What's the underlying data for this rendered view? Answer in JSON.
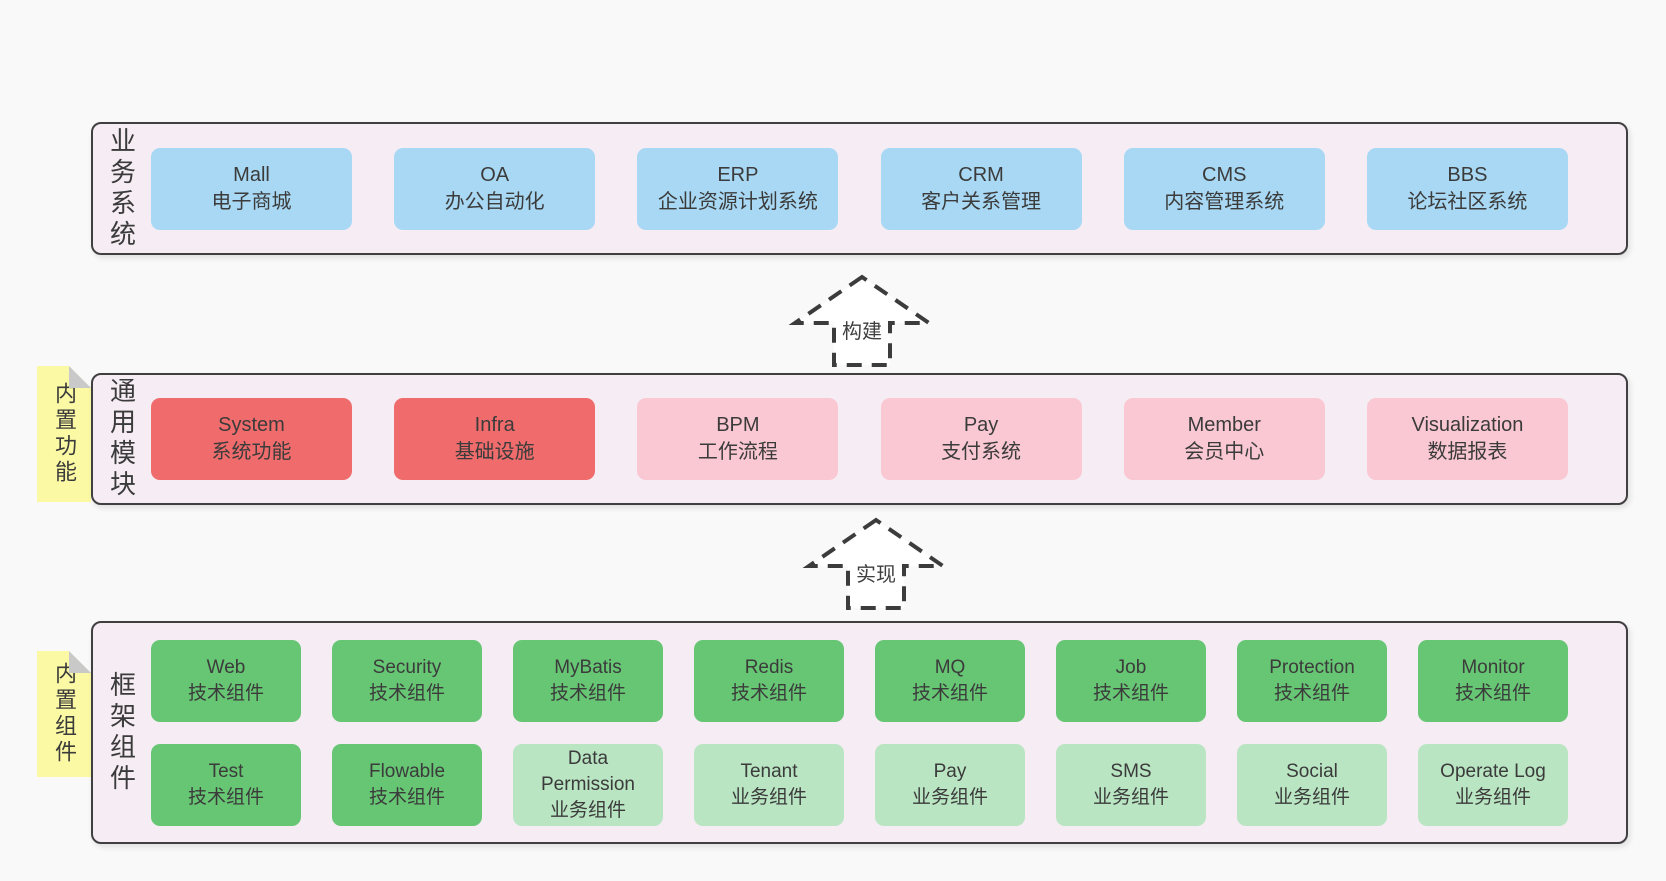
{
  "colors": {
    "page_bg": "#f9f9f9",
    "panel_bg": "#f6ecf4",
    "panel_border": "#404040",
    "text": "#3b3b3b",
    "blue": "#a8d8f3",
    "red": "#f06c6c",
    "pink": "#fac8d3",
    "green": "#67c674",
    "light_green": "#b9e5c2",
    "yellow": "#fbf9a3",
    "fold_gray": "#c9c9c9"
  },
  "sections": [
    {
      "label": "业务系统",
      "tag": "",
      "rows": [
        [
          {
            "title": "Mall",
            "subtitle": "电子商城",
            "variant": "blue"
          },
          {
            "title": "OA",
            "subtitle": "办公自动化",
            "variant": "blue"
          },
          {
            "title": "ERP",
            "subtitle": "企业资源计划系统",
            "variant": "blue"
          },
          {
            "title": "CRM",
            "subtitle": "客户关系管理",
            "variant": "blue"
          },
          {
            "title": "CMS",
            "subtitle": "内容管理系统",
            "variant": "blue"
          },
          {
            "title": "BBS",
            "subtitle": "论坛社区系统",
            "variant": "blue"
          }
        ]
      ]
    },
    {
      "label": "通用模块",
      "tag": "内置功能",
      "rows": [
        [
          {
            "title": "System",
            "subtitle": "系统功能",
            "variant": "red"
          },
          {
            "title": "Infra",
            "subtitle": "基础设施",
            "variant": "red"
          },
          {
            "title": "BPM",
            "subtitle": "工作流程",
            "variant": "pink"
          },
          {
            "title": "Pay",
            "subtitle": "支付系统",
            "variant": "pink"
          },
          {
            "title": "Member",
            "subtitle": "会员中心",
            "variant": "pink"
          },
          {
            "title": "Visualization",
            "subtitle": "数据报表",
            "variant": "pink"
          }
        ]
      ]
    },
    {
      "label": "框架组件",
      "tag": "内置组件",
      "rows": [
        [
          {
            "title": "Web",
            "subtitle": "技术组件",
            "variant": "green"
          },
          {
            "title": "Security",
            "subtitle": "技术组件",
            "variant": "green"
          },
          {
            "title": "MyBatis",
            "subtitle": "技术组件",
            "variant": "green"
          },
          {
            "title": "Redis",
            "subtitle": "技术组件",
            "variant": "green"
          },
          {
            "title": "MQ",
            "subtitle": "技术组件",
            "variant": "green"
          },
          {
            "title": "Job",
            "subtitle": "技术组件",
            "variant": "green"
          },
          {
            "title": "Protection",
            "subtitle": "技术组件",
            "variant": "green"
          },
          {
            "title": "Monitor",
            "subtitle": "技术组件",
            "variant": "green"
          }
        ],
        [
          {
            "title": "Test",
            "subtitle": "技术组件",
            "variant": "green"
          },
          {
            "title": "Flowable",
            "subtitle": "技术组件",
            "variant": "green"
          },
          {
            "title": "Data Permission",
            "subtitle": "业务组件",
            "variant": "light"
          },
          {
            "title": "Tenant",
            "subtitle": "业务组件",
            "variant": "light"
          },
          {
            "title": "Pay",
            "subtitle": "业务组件",
            "variant": "light"
          },
          {
            "title": "SMS",
            "subtitle": "业务组件",
            "variant": "light"
          },
          {
            "title": "Social",
            "subtitle": "业务组件",
            "variant": "light"
          },
          {
            "title": "Operate Log",
            "subtitle": "业务组件",
            "variant": "light"
          }
        ]
      ]
    }
  ],
  "arrows": [
    {
      "label": "构建"
    },
    {
      "label": "实现"
    }
  ]
}
